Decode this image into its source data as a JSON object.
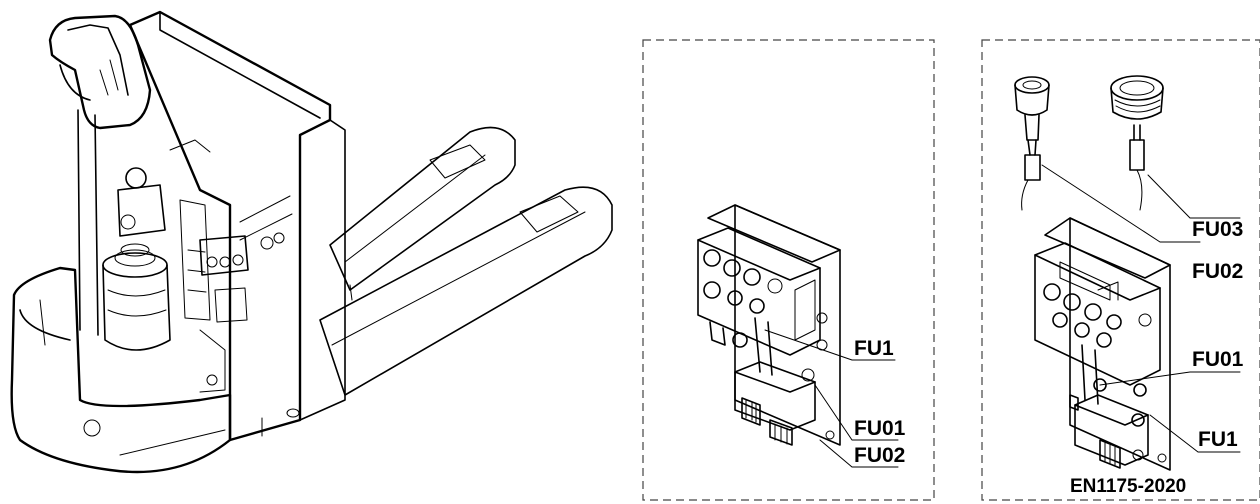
{
  "panels": {
    "left": {
      "labels": {
        "fu1": "FU1",
        "fu01": "FU01",
        "fu02": "FU02"
      }
    },
    "right": {
      "labels": {
        "fu03": "FU03",
        "fu02": "FU02",
        "fu01": "FU01",
        "fu1": "FU1"
      },
      "standard": "EN1175-2020"
    }
  }
}
